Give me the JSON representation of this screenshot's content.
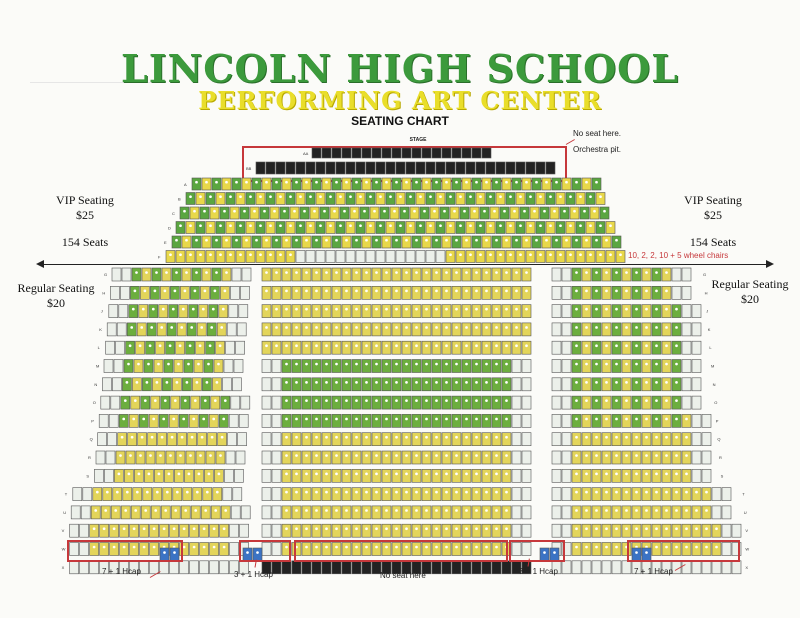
{
  "header": {
    "title": "LINCOLN HIGH SCHOOL",
    "subtitle": "PERFORMING ART CENTER",
    "chart_label": "SEATING CHART"
  },
  "stage": {
    "label": "STAGE",
    "row_labels": [
      "AA",
      "BB"
    ]
  },
  "notes": {
    "no_seat": "No seat here.",
    "orchestra": "Orchestra pit.",
    "wheelchairs": "10, 2, 2, 10 + 5 wheel chairs",
    "no_seat_bottom": "No seat here"
  },
  "vip_left": {
    "label": "VIP Seating",
    "price": "$25",
    "count": "154 Seats"
  },
  "vip_right": {
    "label": "VIP Seating",
    "price": "$25",
    "count": "154 Seats"
  },
  "regular_left": {
    "label": "Regular Seating",
    "price": "$20"
  },
  "regular_right": {
    "label": "Regular Seating",
    "price": "$20"
  },
  "hcap": [
    "7 + 1 Hcap",
    "3 + 1 Hcap",
    "3 + 1 Hcap",
    "7 + 1 Hcap"
  ],
  "rows": {
    "vip": [
      "A",
      "B",
      "C",
      "D",
      "E",
      "F"
    ],
    "regular": [
      "G",
      "H",
      "J",
      "K",
      "L",
      "M",
      "N",
      "O",
      "P",
      "Q",
      "R",
      "S",
      "T",
      "U",
      "V",
      "W",
      "X"
    ]
  },
  "colors": {
    "vip_green": "#5aa640",
    "vip_yellow": "#e8d84a",
    "regular_green": "#6cae3e",
    "regular_yellow": "#e3d55a",
    "light_seat": "#ecf0ea",
    "black_seat": "#222222",
    "hcap_blue": "#3b73c4",
    "red": "#c6383b"
  }
}
